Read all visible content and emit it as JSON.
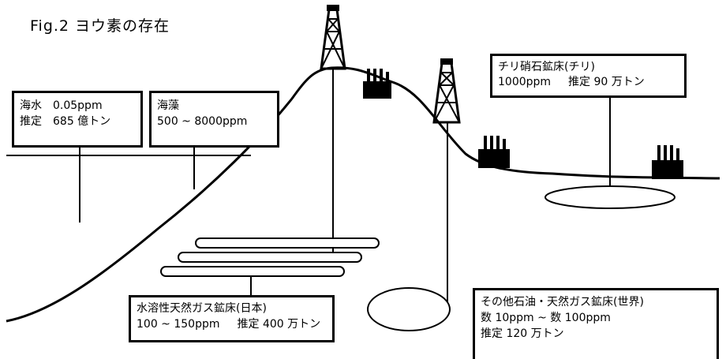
{
  "title": "Fig.2 ヨウ素の存在",
  "boxes": {
    "seawater": {
      "line1_name": "海水",
      "line1_value": "0.05ppm",
      "line2_name": "推定",
      "line2_value": "685 億トン"
    },
    "seaweed": {
      "line1": "海藻",
      "line2": "500 ~ 8000ppm"
    },
    "chile": {
      "line1": "チリ硝石鉱床(チリ)",
      "line2_a": "1000ppm",
      "line2_b": "推定 90 万トン"
    },
    "japan": {
      "line1": "水溶性天然ガス鉱床(日本)",
      "line2_a": "100 ~ 150ppm",
      "line2_b": "推定 400 万トン"
    },
    "world": {
      "line1": "その他石油・天然ガス鉱床(世界)",
      "line2": "数 10ppm ~ 数 100ppm",
      "line3": "推定 120 万トン"
    }
  },
  "colors": {
    "ink": "#000000",
    "paper": "#ffffff"
  },
  "icons": [
    "oil-derrick-icon",
    "factory-icon"
  ]
}
